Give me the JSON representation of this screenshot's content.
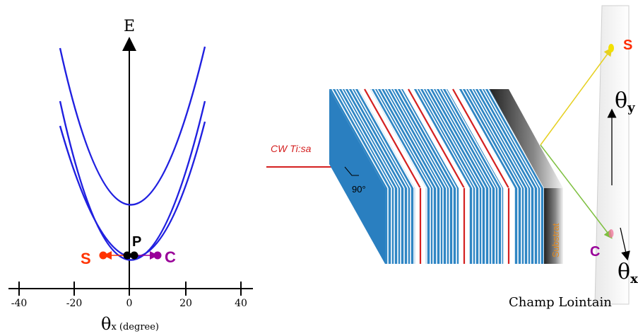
{
  "dispersion": {
    "axis_energy_label": "E",
    "axis_angle_label": "θ",
    "axis_angle_sub": "x (degree)",
    "ticks": [
      "-40",
      "-20",
      "0",
      "20",
      "40"
    ],
    "point_pump": "P",
    "point_signal": "S",
    "point_idler": "C"
  },
  "cavity": {
    "laser_label": "CW Ti:sa",
    "angle_label": "90°",
    "substrate_label": "Substrat"
  },
  "farfield": {
    "signal_label": "S",
    "idler_label": "C",
    "theta_y_main": "θ",
    "theta_y_sub": "y",
    "theta_x_main": "θ",
    "theta_x_sub": "x",
    "caption": "Champ Lointain"
  },
  "colors": {
    "curve": "#2020e0",
    "signal": "#ff3300",
    "idler": "#990099",
    "laser": "#d42020",
    "layer_blue": "#2f86c4",
    "beam_signal": "#e6d020",
    "beam_idler": "#7ec040"
  }
}
